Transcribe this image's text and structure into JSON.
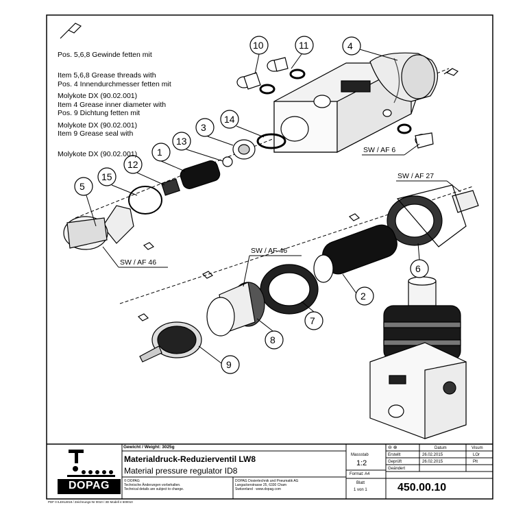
{
  "notes": [
    {
      "de": "Pos. 5,6,8 Gewinde fetten mit",
      "en": "Item 5,6,8 Grease threads with",
      "lub": "Molykote DX (90.02.001)"
    },
    {
      "de": "Pos. 4 Innendurchmesser fetten mit",
      "en": "Item 4 Grease inner diameter with",
      "lub": "Molykote DX (90.02.001)"
    },
    {
      "de": "Pos. 9 Dichtung fetten mit",
      "en": "Item 9 Grease seal with",
      "lub": "Molykote DX (90.02.001)"
    }
  ],
  "item_numbers": [
    "1",
    "2",
    "3",
    "4",
    "5",
    "6",
    "7",
    "8",
    "9",
    "10",
    "11",
    "12",
    "13",
    "14",
    "15"
  ],
  "wrench_sizes": [
    "SW / AF 6",
    "SW / AF 27",
    "SW / AF 46",
    "SW / AF 46"
  ],
  "title_block": {
    "company_logo": "DOPAG",
    "weight": "Gewicht / Weight: 3025g",
    "title_de": "Materialdruck-Reduzierventil LW8",
    "title_en": "Material pressure regulator ID8",
    "scale_label": "Massstab",
    "scale": "1:2",
    "format": "Format: A4",
    "sheet_label": "Blatt",
    "sheet_value": "1 von 1",
    "drawing_number": "450.00.10",
    "date_header": "Datum",
    "name_header": "Visum",
    "rows": [
      {
        "label": "Erstellt",
        "date": "26.02.2015",
        "name": "LOr"
      },
      {
        "label": "Geprüft",
        "date": "26.02.2015",
        "name": "Plt"
      },
      {
        "label": "Geändert",
        "date": "",
        "name": ""
      }
    ],
    "copyright_lines": [
      "© DOPAG",
      "Technische Änderungen vorbehalten.",
      "Technical details are subject to change."
    ],
    "address_lines": [
      "DOPAG Dosiertechnik und Pneumatik AG",
      "Langackerstrasse 25, 6330 Cham",
      "Switzerland · www.dopag.com"
    ],
    "footer": "PDF 0 ILEKLW18 / Zeichnungs-Nr 0010 / 3D Modell 4 500010"
  }
}
